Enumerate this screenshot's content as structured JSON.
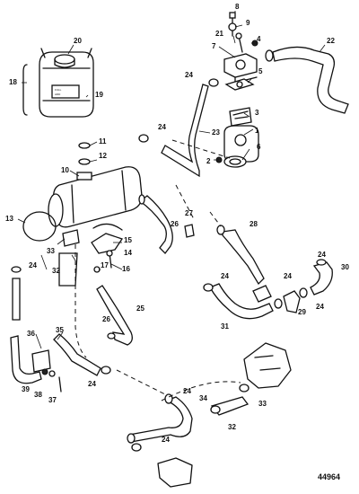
{
  "figure_number": "44964",
  "callouts": [
    {
      "id": "c1",
      "text": "1"
    },
    {
      "id": "c2",
      "text": "2"
    },
    {
      "id": "c3",
      "text": "3"
    },
    {
      "id": "c4",
      "text": "4"
    },
    {
      "id": "c5",
      "text": "5"
    },
    {
      "id": "c6",
      "text": "6"
    },
    {
      "id": "c7",
      "text": "7"
    },
    {
      "id": "c8",
      "text": "8"
    },
    {
      "id": "c9",
      "text": "9"
    },
    {
      "id": "c10",
      "text": "10"
    },
    {
      "id": "c11",
      "text": "11"
    },
    {
      "id": "c12",
      "text": "12"
    },
    {
      "id": "c13",
      "text": "13"
    },
    {
      "id": "c14",
      "text": "14"
    },
    {
      "id": "c15",
      "text": "15"
    },
    {
      "id": "c16",
      "text": "16"
    },
    {
      "id": "c17",
      "text": "17"
    },
    {
      "id": "c18",
      "text": "18"
    },
    {
      "id": "c19",
      "text": "19"
    },
    {
      "id": "c20",
      "text": "20"
    },
    {
      "id": "c21",
      "text": "21"
    },
    {
      "id": "c22",
      "text": "22"
    },
    {
      "id": "c23",
      "text": "23"
    },
    {
      "id": "c24a",
      "text": "24"
    },
    {
      "id": "c24b",
      "text": "24"
    },
    {
      "id": "c24c",
      "text": "24"
    },
    {
      "id": "c24d",
      "text": "24"
    },
    {
      "id": "c24e",
      "text": "24"
    },
    {
      "id": "c24f",
      "text": "24"
    },
    {
      "id": "c24g",
      "text": "24"
    },
    {
      "id": "c24h",
      "text": "24"
    },
    {
      "id": "c24i",
      "text": "24"
    },
    {
      "id": "c24j",
      "text": "24"
    },
    {
      "id": "c25",
      "text": "25"
    },
    {
      "id": "c26a",
      "text": "26"
    },
    {
      "id": "c26b",
      "text": "26"
    },
    {
      "id": "c27",
      "text": "27"
    },
    {
      "id": "c28",
      "text": "28"
    },
    {
      "id": "c29",
      "text": "29"
    },
    {
      "id": "c30",
      "text": "30"
    },
    {
      "id": "c31",
      "text": "31"
    },
    {
      "id": "c32a",
      "text": "32"
    },
    {
      "id": "c32b",
      "text": "32"
    },
    {
      "id": "c33a",
      "text": "33"
    },
    {
      "id": "c33b",
      "text": "33"
    },
    {
      "id": "c34",
      "text": "34"
    },
    {
      "id": "c35",
      "text": "35"
    },
    {
      "id": "c36",
      "text": "36"
    },
    {
      "id": "c37",
      "text": "37"
    },
    {
      "id": "c38",
      "text": "38"
    },
    {
      "id": "c39",
      "text": "39"
    }
  ]
}
